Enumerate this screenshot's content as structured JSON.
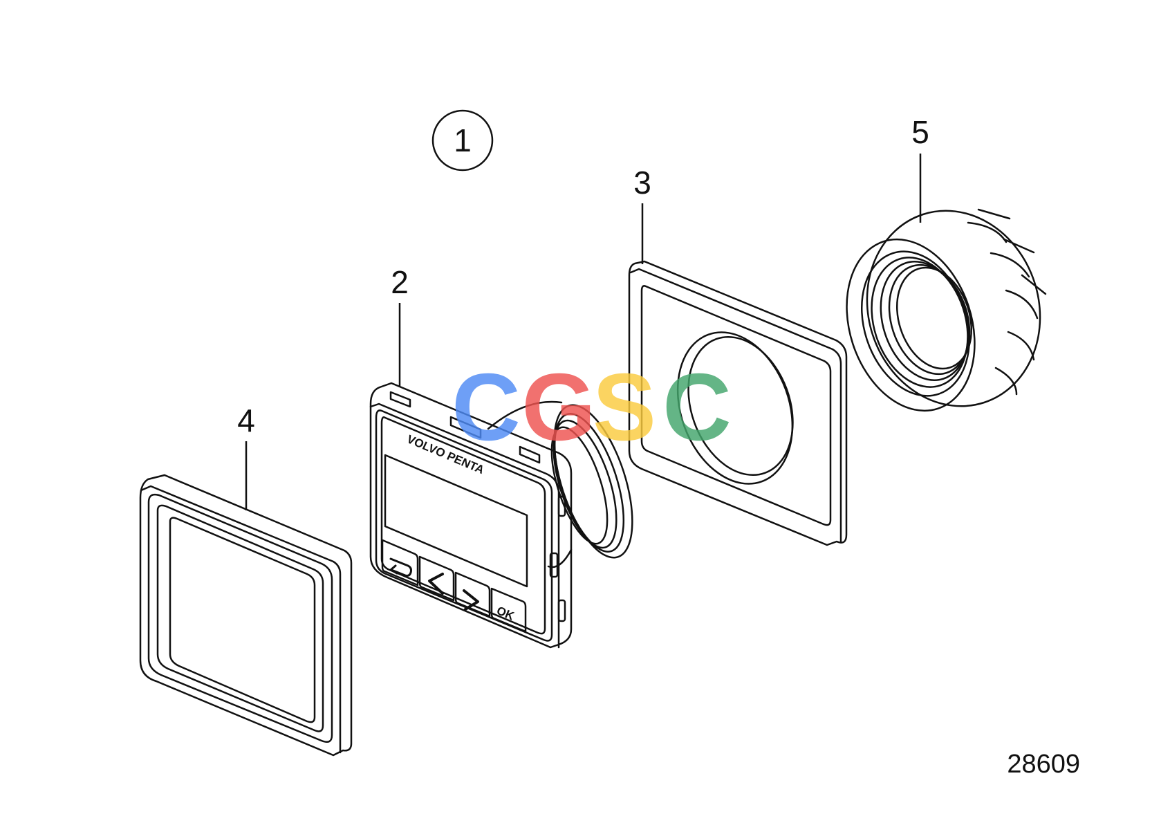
{
  "diagram": {
    "group_label": "1",
    "callouts": [
      {
        "id": "2",
        "part": "display"
      },
      {
        "id": "3",
        "part": "gasket"
      },
      {
        "id": "4",
        "part": "frame"
      },
      {
        "id": "5",
        "part": "nut"
      }
    ],
    "display": {
      "brand": "VOLVO PENTA",
      "buttons": [
        {
          "icon": "return-arrow-icon"
        },
        {
          "icon": "left-arrow-icon"
        },
        {
          "icon": "right-arrow-icon"
        },
        {
          "label": "OK"
        }
      ]
    },
    "drawing_number": "28609"
  },
  "watermark": {
    "letters": [
      "C",
      "G",
      "S",
      "C"
    ],
    "colors": [
      "#4f8bf5",
      "#ef5350",
      "#fbcb3f",
      "#43a66c"
    ]
  }
}
